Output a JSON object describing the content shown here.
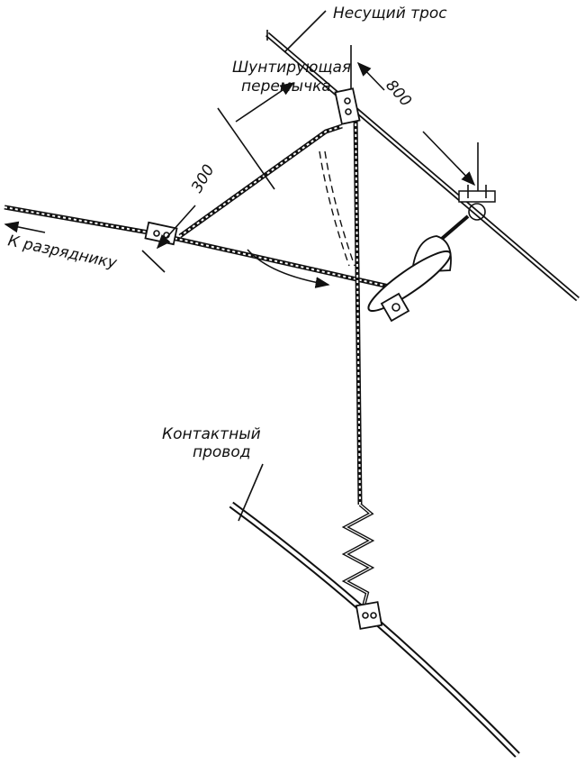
{
  "labels": {
    "messenger_wire": "Несущий трос",
    "shunt_jumper_line1": "Шунтирующая",
    "shunt_jumper_line2": "перемычка",
    "to_arrester": "К разряднику",
    "contact_wire_line1": "Контактный",
    "contact_wire_line2": "провод"
  },
  "dimensions": {
    "dropper_to_insulator": "800",
    "jumper_length": "300"
  }
}
